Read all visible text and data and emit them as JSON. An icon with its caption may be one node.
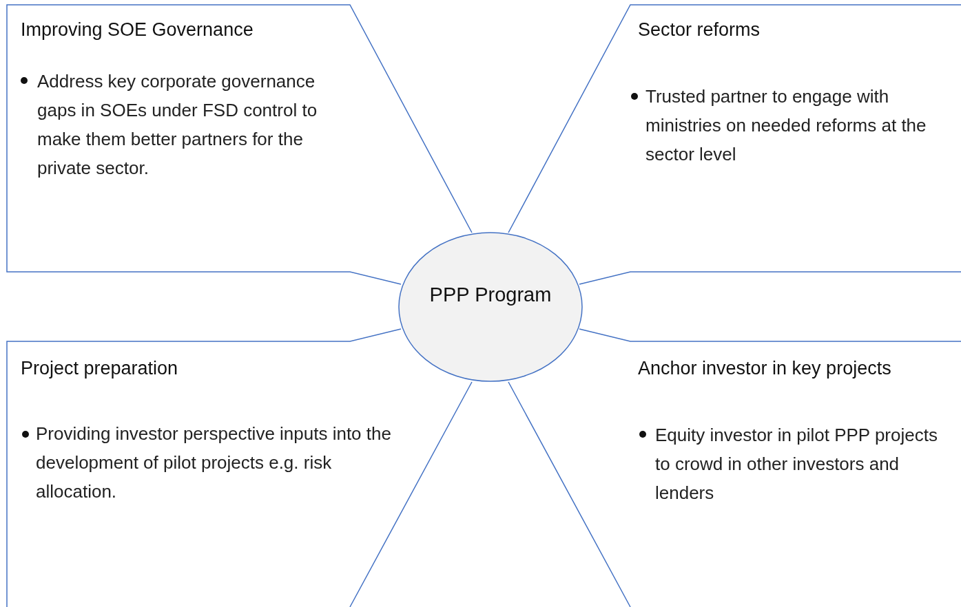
{
  "diagram": {
    "nodes": [
      {
        "text": [
          "Improving SOE Governance",
          "Address key corporate governance gaps in SOEs under FSD control to make them better partners for the private sector."
        ]
      },
      {
        "text": [
          "Sector reforms",
          "Trusted partner to engage with ministries on needed reforms at the sector level"
        ]
      },
      {
        "text": [
          "PPP Program"
        ]
      },
      {
        "text": [
          "Project preparation",
          "Providing investor perspective inputs into the development of pilot projects e.g. risk allocation."
        ]
      },
      {
        "text": [
          "Anchor investor in key projects",
          "Equity investor in pilot PPP projects to crowd in other investors and lenders"
        ]
      }
    ]
  }
}
